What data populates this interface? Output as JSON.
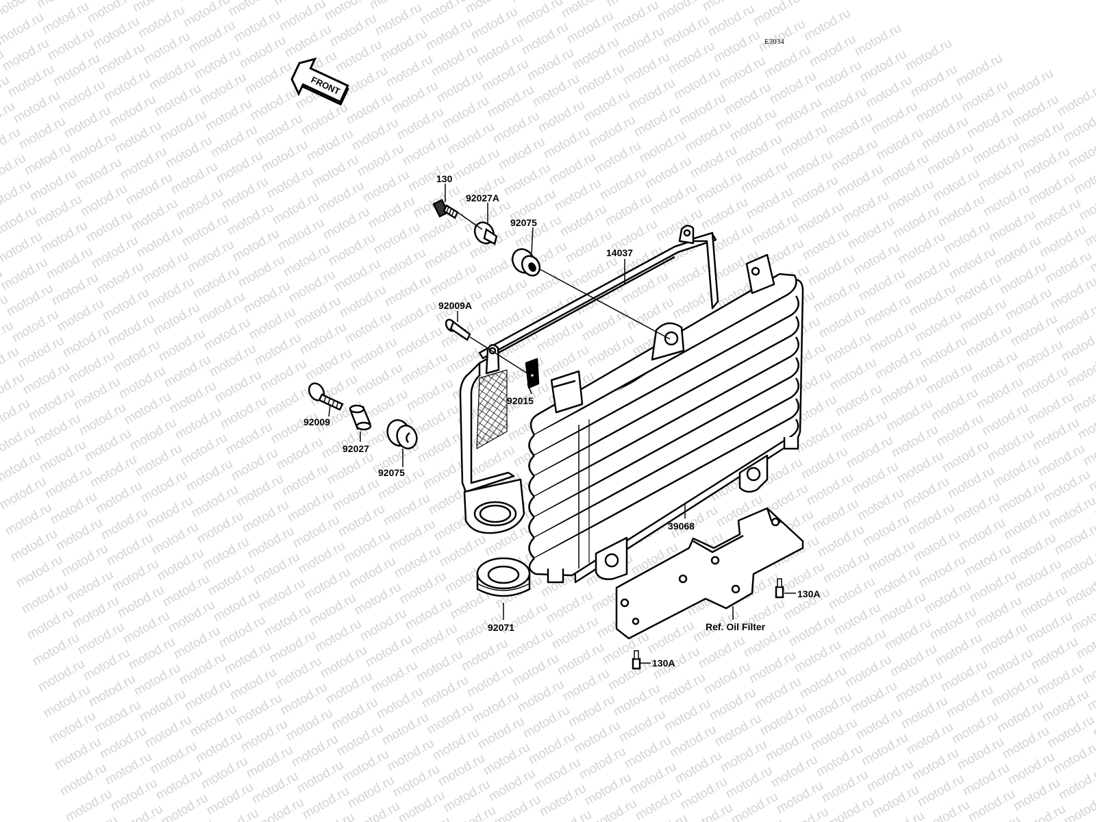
{
  "diagram": {
    "code": "E3034",
    "front_arrow_label": "FRONT",
    "watermark_text": "motod.ru",
    "labels": {
      "p130": "130",
      "p92027A": "92027A",
      "p92075_top": "92075",
      "p14037": "14037",
      "p92009A": "92009A",
      "p92015": "92015",
      "p92009": "92009",
      "p92027": "92027",
      "p92075_bottom": "92075",
      "p39068": "39068",
      "p92071": "92071",
      "p130A_right": "130A",
      "p130A_bottom": "130A",
      "ref_oil_filter": "Ref. Oil Filter"
    }
  }
}
